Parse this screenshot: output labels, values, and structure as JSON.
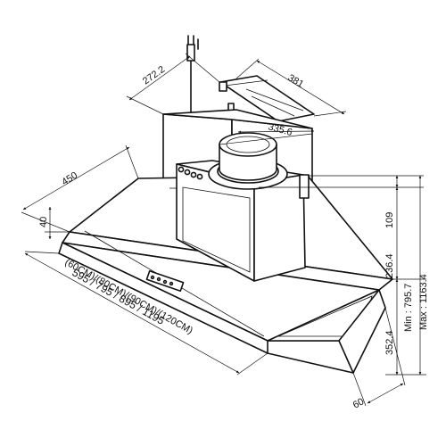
{
  "dimensions": {
    "motor_depth": "272.2",
    "duct_cover_width": "381",
    "outlet_span": "335.6",
    "hood_depth": "450",
    "front_height": "40",
    "widths_cm": "(60CM)/(80CM)/(90CM)/(120CM)",
    "widths_mm": "595 / 795 / 895 / 1195",
    "height_109": "109",
    "height_236": "236.4",
    "height_352": "352.4",
    "height_min": "Min : 795.7",
    "height_max": "Max : 1163.4",
    "bracket_depth": "60"
  }
}
